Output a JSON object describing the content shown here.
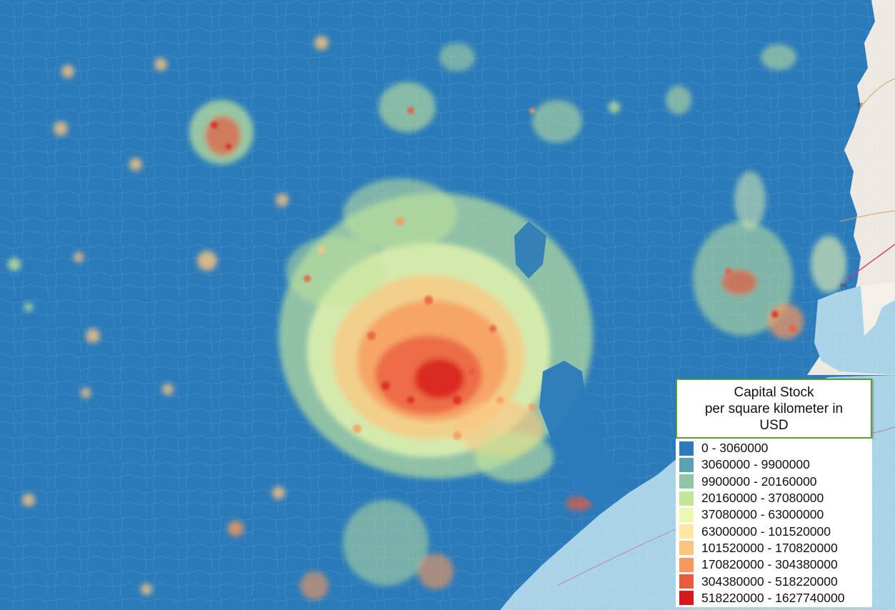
{
  "legend": {
    "title_lines": [
      "Capital Stock",
      "per square kilometer in",
      "USD"
    ],
    "items": [
      {
        "label": "0 - 3060000",
        "color": "#2b7bba"
      },
      {
        "label": "3060000 - 9900000",
        "color": "#5aa1b1"
      },
      {
        "label": "9900000 - 20160000",
        "color": "#8ec5a2"
      },
      {
        "label": "20160000 - 37080000",
        "color": "#c4e69b"
      },
      {
        "label": "37080000 - 63000000",
        "color": "#ecf7b0"
      },
      {
        "label": "63000000 - 101520000",
        "color": "#fee7a0"
      },
      {
        "label": "101520000 - 170820000",
        "color": "#fdc47e"
      },
      {
        "label": "170820000 - 304380000",
        "color": "#f8975b"
      },
      {
        "label": "304380000 - 518220000",
        "color": "#e85b3d"
      },
      {
        "label": "518220000 - 1627740000",
        "color": "#d7191c"
      }
    ]
  },
  "map": {
    "colors": {
      "base": "#2b7bba",
      "water": "#a9d3e6",
      "land_beyond": "#ede9e2",
      "coast_sand": "#f3f0ea",
      "road": "#d73a6a"
    },
    "place_labels": [
      "er",
      "ge"
    ]
  }
}
